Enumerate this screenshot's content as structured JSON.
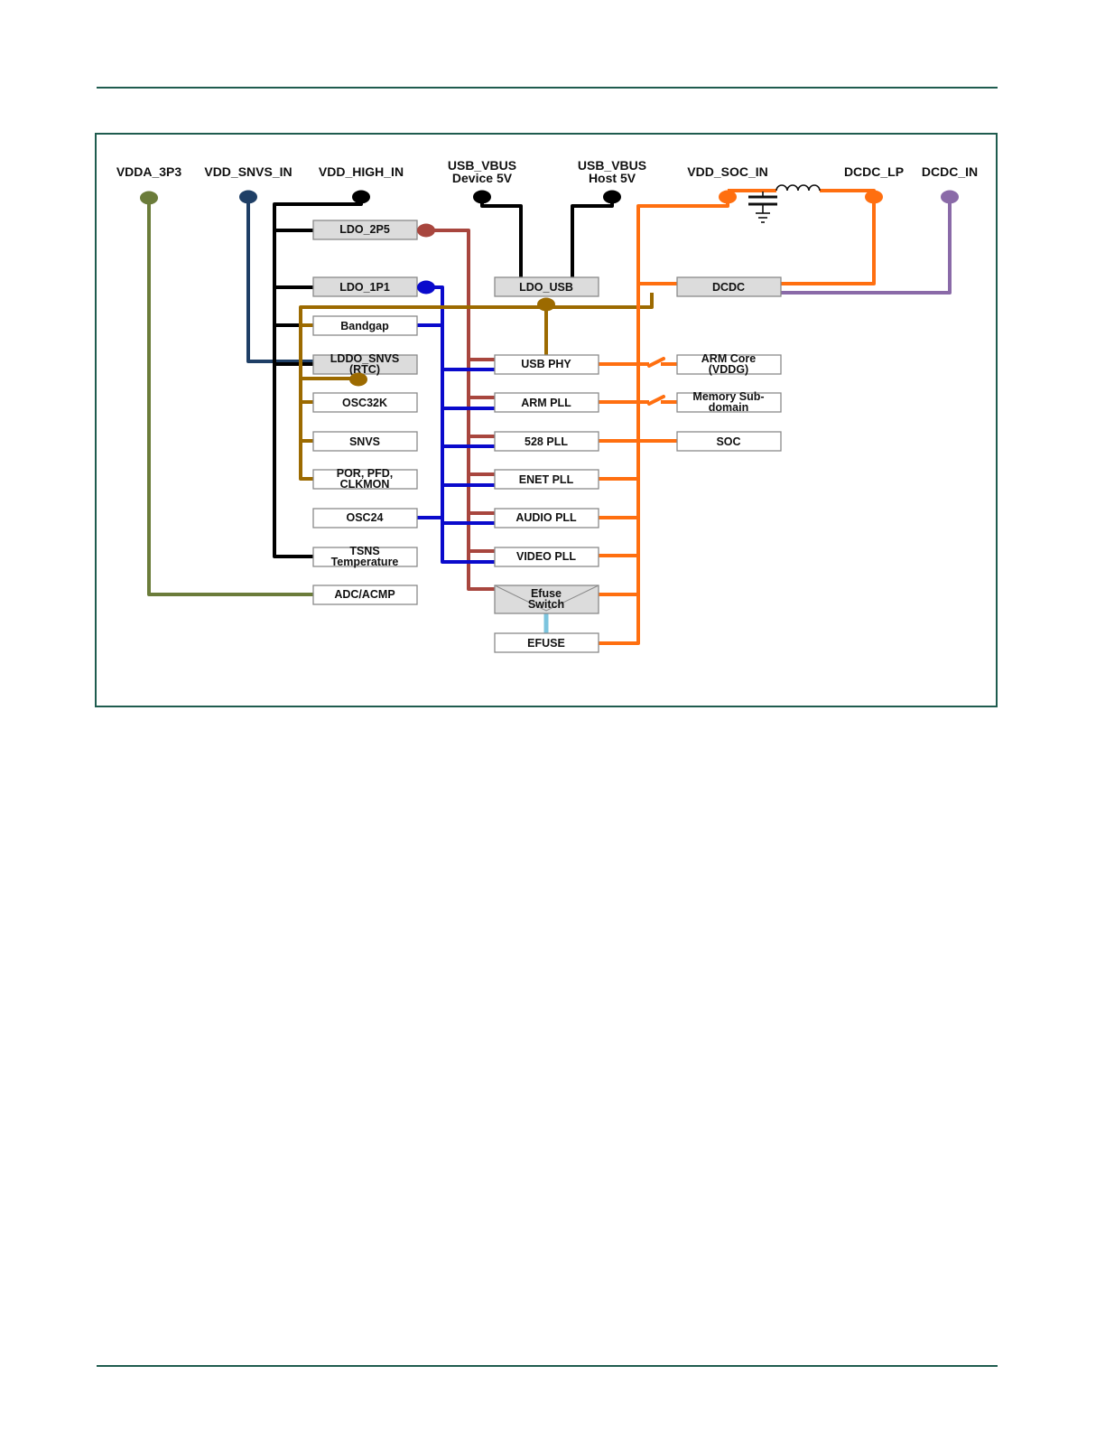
{
  "rails": {
    "vdda_3p3": "VDDA_3P3",
    "vdd_snvs_in": "VDD_SNVS_IN",
    "vdd_high_in": "VDD_HIGH_IN",
    "usb_vbus_device": [
      "USB_VBUS",
      "Device 5V"
    ],
    "usb_vbus_host": [
      "USB_VBUS",
      "Host 5V"
    ],
    "vdd_soc_in": "VDD_SOC_IN",
    "dcdc_lp": "DCDC_LP",
    "dcdc_in": "DCDC_IN"
  },
  "blocks": {
    "ldo_2p5": [
      "LDO_2P5"
    ],
    "ldo_1p1": [
      "LDO_1P1"
    ],
    "bandgap": [
      "Bandgap"
    ],
    "ldo_snvs": [
      "LDDO_SNVS",
      "(RTC)"
    ],
    "osc32k": [
      "OSC32K"
    ],
    "snvs": [
      "SNVS"
    ],
    "por": [
      "POR, PFD,",
      "CLKMON"
    ],
    "osc24": [
      "OSC24"
    ],
    "tsns": [
      "TSNS",
      "Temperature"
    ],
    "adc": [
      "ADC/ACMP"
    ],
    "ldo_usb": [
      "LDO_USB"
    ],
    "usb_phy": [
      "USB PHY"
    ],
    "arm_pll": [
      "ARM PLL"
    ],
    "pll_528": [
      "528 PLL"
    ],
    "enet_pll": [
      "ENET PLL"
    ],
    "audio_pll": [
      "AUDIO PLL"
    ],
    "video_pll": [
      "VIDEO PLL"
    ],
    "efuse_switch": [
      "Efuse",
      "Switch"
    ],
    "efuse": [
      "EFUSE"
    ],
    "dcdc": [
      "DCDC"
    ],
    "arm_core": [
      "ARM Core",
      "(VDDG)"
    ],
    "memory": [
      "Memory Sub-",
      "domain"
    ],
    "soc": [
      "SOC"
    ]
  },
  "colors": {
    "frame": "#1f5c4f",
    "vdda_3p3": "#6b7c3a",
    "vdd_snvs_in": "#1f3f66",
    "vdd_high_in": "#000000",
    "ldo_2p5_out": "#a8463e",
    "ldo_1p1_out": "#0a0acc",
    "ldo_snvs_out": "#9c6a00",
    "vdd_soc_in": "#ff6f10",
    "dcdc_in": "#8a6aa8",
    "efuse_link": "#7cc4de"
  }
}
